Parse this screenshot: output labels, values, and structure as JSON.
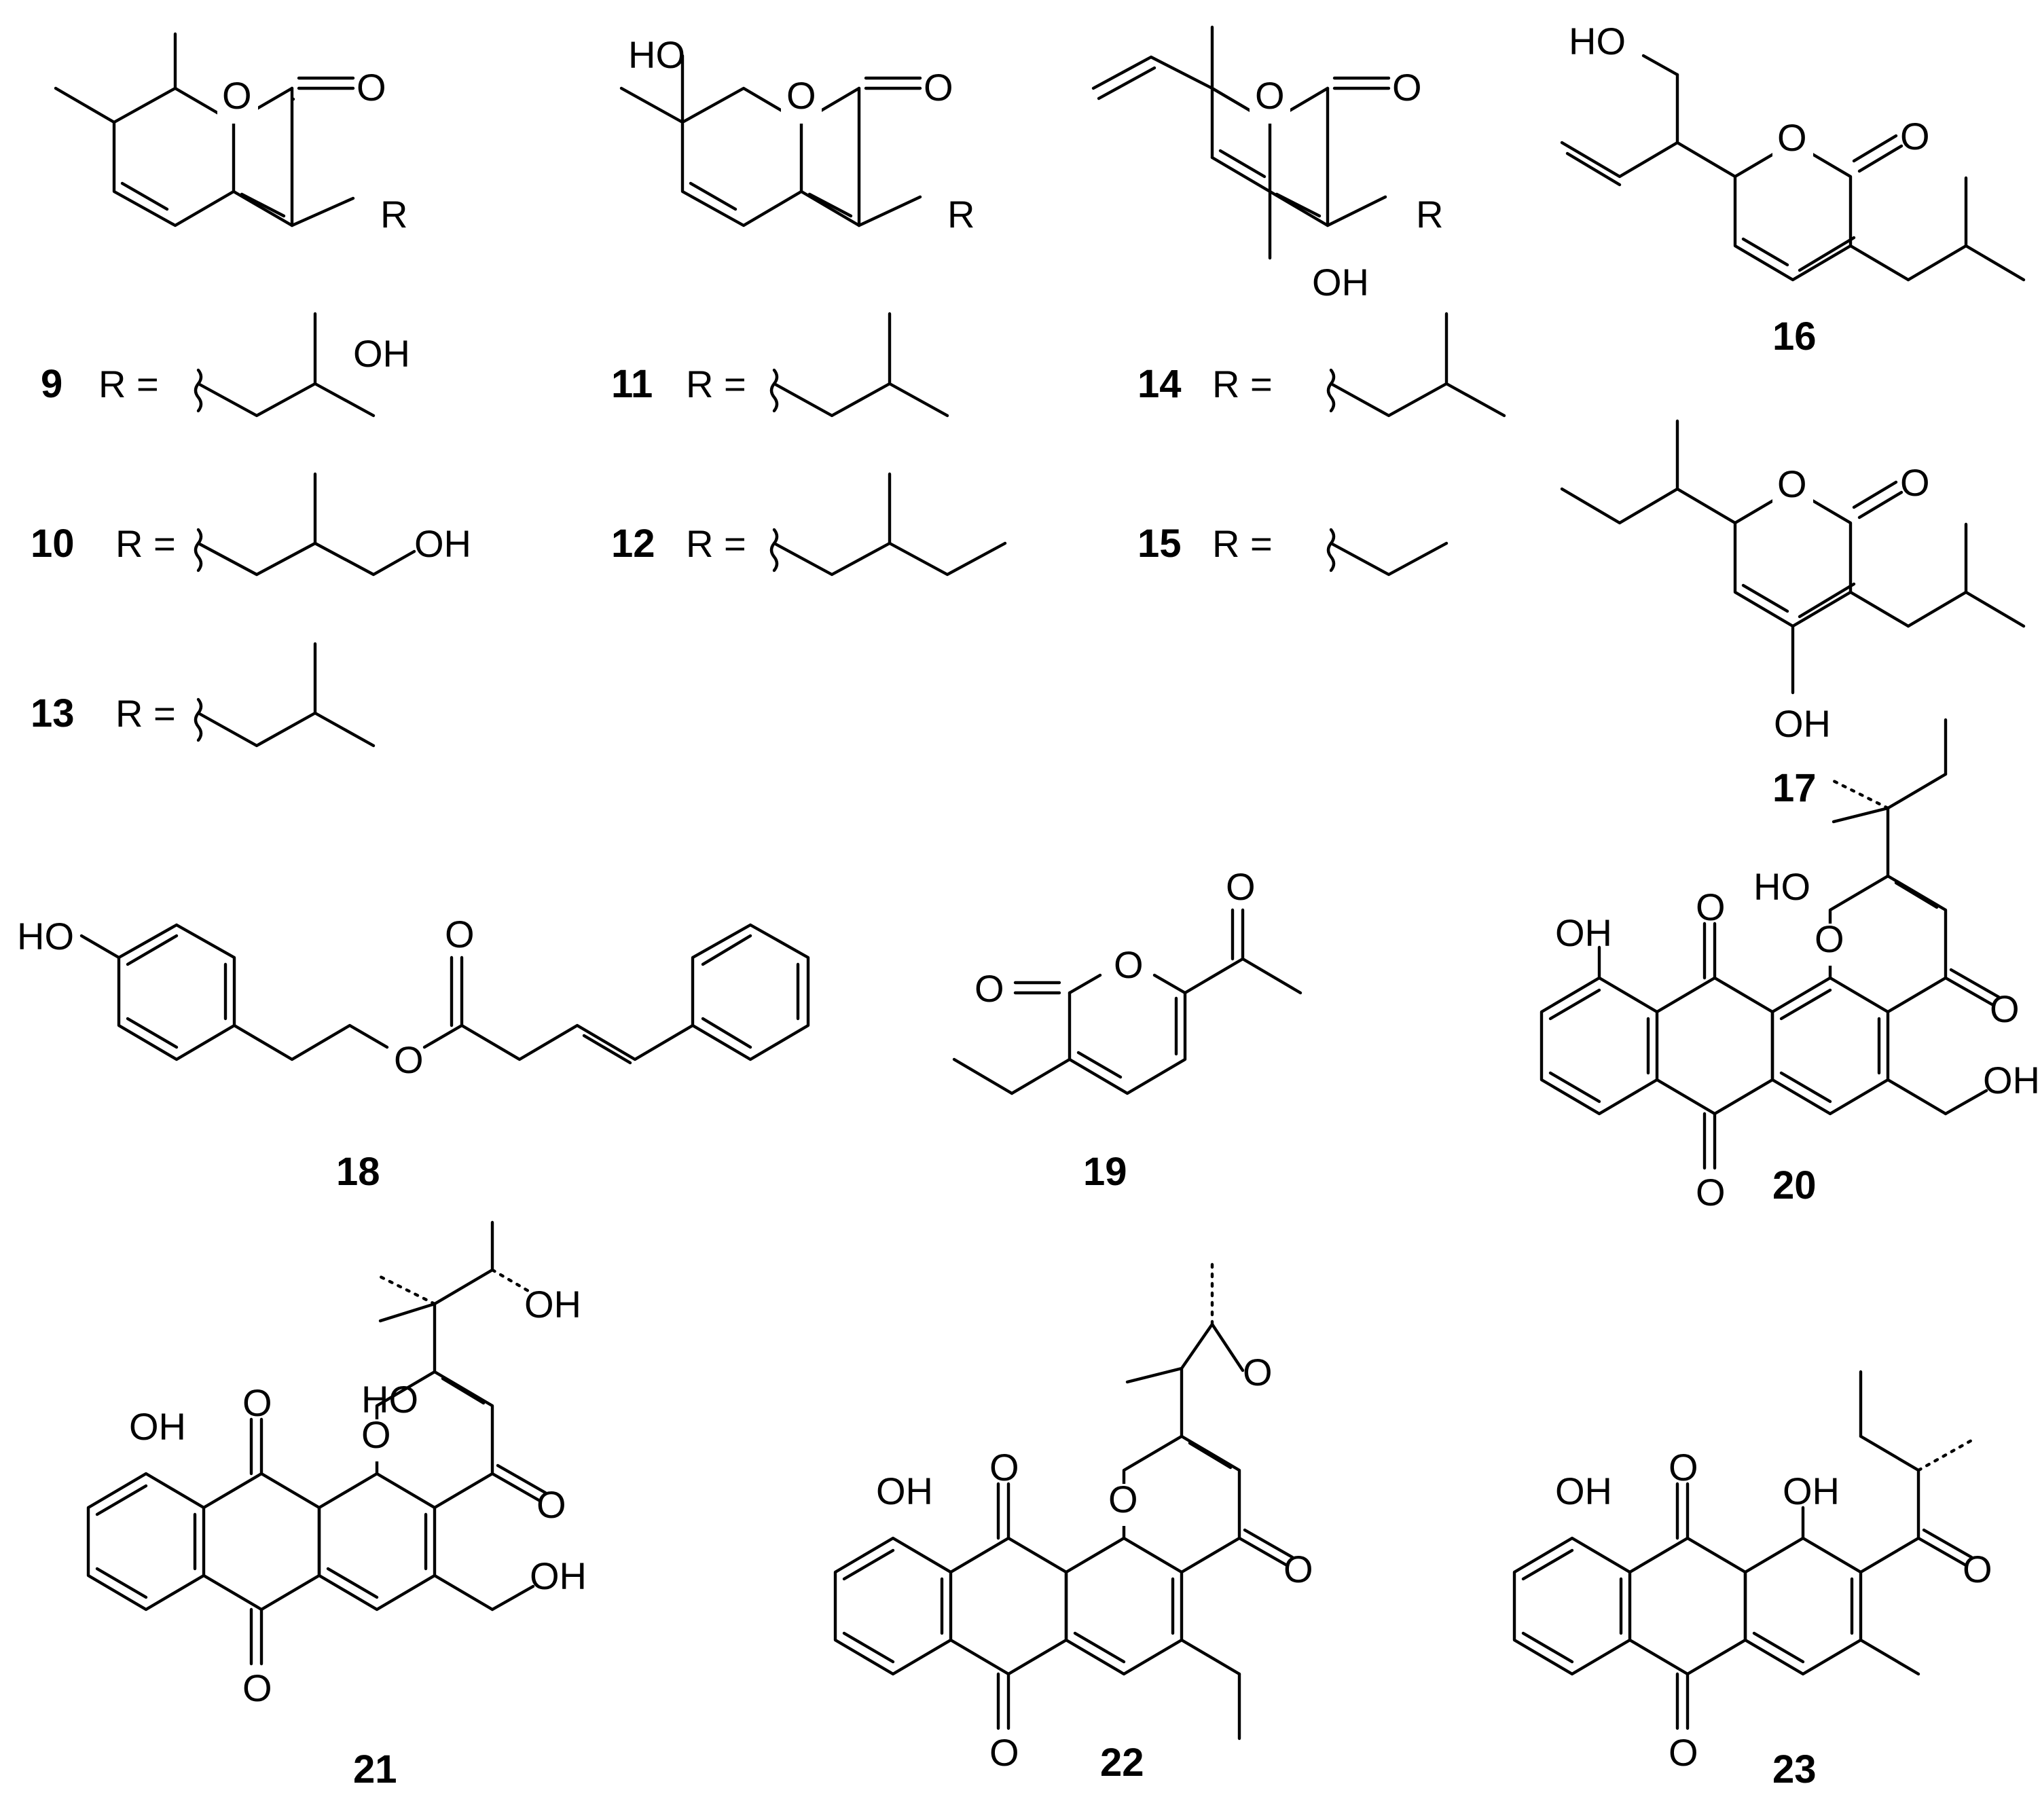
{
  "compounds": {
    "c9": {
      "id": "9",
      "substituent": "R =",
      "atoms": {
        "o_ring": "O",
        "o_carbonyl": "O",
        "r": "R",
        "oh": "OH"
      }
    },
    "c10": {
      "id": "10",
      "substituent": "R =",
      "atoms": {
        "oh": "OH"
      }
    },
    "c11": {
      "id": "11",
      "substituent": "R =",
      "atoms": {
        "ho": "HO",
        "o_ring": "O",
        "o_carbonyl": "O",
        "r": "R"
      }
    },
    "c12": {
      "id": "12",
      "substituent": "R ="
    },
    "c13": {
      "id": "13",
      "substituent": "R ="
    },
    "c14": {
      "id": "14",
      "substituent": "R =",
      "atoms": {
        "o_ring": "O",
        "o_carbonyl": "O",
        "r": "R",
        "oh": "OH"
      }
    },
    "c15": {
      "id": "15",
      "substituent": "R ="
    },
    "c16": {
      "id": "16",
      "atoms": {
        "ho": "HO",
        "o_ring": "O",
        "o_carbonyl": "O"
      }
    },
    "c17": {
      "id": "17",
      "atoms": {
        "o_ring": "O",
        "o_carbonyl": "O",
        "oh": "OH"
      }
    },
    "c18": {
      "id": "18",
      "atoms": {
        "ho": "HO",
        "o_carbonyl": "O",
        "o_ester": "O"
      }
    },
    "c19": {
      "id": "19",
      "atoms": {
        "o_carbonyl": "O",
        "o_ring": "O",
        "o_ketone": "O"
      }
    },
    "c20": {
      "id": "20",
      "atoms": {
        "ho": "HO",
        "oh_phenol": "OH",
        "o_quinone_top": "O",
        "o_ring": "O",
        "o_pyranone": "O",
        "oh_ch2": "OH",
        "o_quinone_bottom": "O"
      }
    },
    "c21": {
      "id": "21",
      "atoms": {
        "ho": "HO",
        "oh_side": "OH",
        "oh_phenol": "OH",
        "o_quinone_top": "O",
        "o_ring": "O",
        "o_pyranone": "O",
        "oh_ch2": "OH",
        "o_quinone_bottom": "O"
      }
    },
    "c22": {
      "id": "22",
      "atoms": {
        "o_epoxide": "O",
        "oh_phenol": "OH",
        "o_quinone_top": "O",
        "o_ring": "O",
        "o_pyranone": "O",
        "o_quinone_bottom": "O"
      }
    },
    "c23": {
      "id": "23",
      "atoms": {
        "oh_phenol": "OH",
        "o_quinone_top": "O",
        "oh_second": "OH",
        "o_ketone": "O",
        "o_quinone_bottom": "O"
      }
    }
  }
}
